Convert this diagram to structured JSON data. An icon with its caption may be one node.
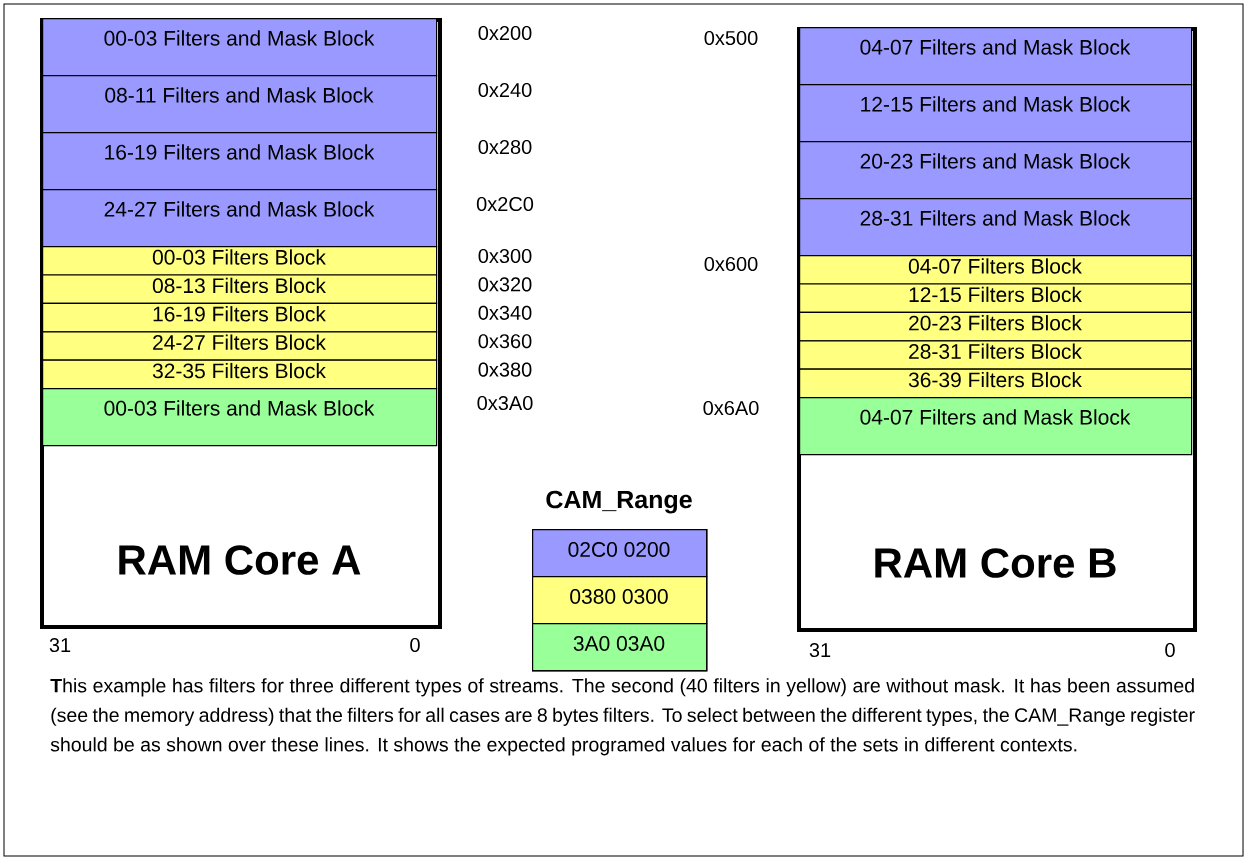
{
  "diagram": {
    "nodes": [
      {
        "text": [
          "RAM Core A"
        ]
      },
      {
        "text": [
          "00-03 Filters and Mask Block"
        ],
        "in": 0,
        "beside": [
          "0x200"
        ]
      },
      {
        "text": [
          "08-11 Filters and Mask Block"
        ],
        "in": 0,
        "beside": [
          "0x240"
        ]
      },
      {
        "text": [
          "16-19 Filters and Mask Block"
        ],
        "in": 0,
        "beside": [
          "0x280"
        ]
      },
      {
        "text": [
          "24-27 Filters and Mask Block"
        ],
        "in": 0,
        "beside": [
          "0x2C0"
        ]
      },
      {
        "text": [
          "00-03 Filters Block"
        ],
        "in": 0,
        "beside": [
          "0x300"
        ]
      },
      {
        "text": [
          "08-13 Filters Block"
        ],
        "in": 0,
        "beside": [
          "0x320"
        ]
      },
      {
        "text": [
          "16-19 Filters Block"
        ],
        "in": 0,
        "beside": [
          "0x340"
        ]
      },
      {
        "text": [
          "24-27 Filters Block"
        ],
        "in": 0,
        "beside": [
          "0x360"
        ]
      },
      {
        "text": [
          "32-35 Filters Block"
        ],
        "in": 0,
        "beside": [
          "0x380"
        ]
      },
      {
        "text": [
          "00-03 Filters and Mask Block"
        ],
        "in": 0,
        "beside": [
          "0x3A0"
        ]
      },
      {
        "text": [
          "RAM Core B"
        ]
      },
      {
        "text": [
          "04-07 Filters and Mask Block"
        ],
        "in": 11,
        "beside": [
          "0x500"
        ]
      },
      {
        "text": [
          "12-15 Filters and Mask Block"
        ],
        "in": 11
      },
      {
        "text": [
          "20-23 Filters and Mask Block"
        ],
        "in": 11
      },
      {
        "text": [
          "28-31 Filters and Mask Block"
        ],
        "in": 11
      },
      {
        "text": [
          "04-07 Filters Block"
        ],
        "in": 11,
        "beside": [
          "0x600"
        ]
      },
      {
        "text": [
          "12-15 Filters Block"
        ],
        "in": 11
      },
      {
        "text": [
          "20-23 Filters Block"
        ],
        "in": 11
      },
      {
        "text": [
          "28-31 Filters Block"
        ],
        "in": 11
      },
      {
        "text": [
          "36-39 Filters Block"
        ],
        "in": 11
      },
      {
        "text": [
          "04-07 Filters and Mask Block"
        ],
        "in": 11,
        "beside": [
          "0x6A0"
        ]
      },
      {
        "text": [
          "CAM_Range"
        ]
      },
      {
        "text": [
          "02C0 0200"
        ],
        "in": 22
      },
      {
        "text": [
          "0380 0300"
        ],
        "in": 22
      },
      {
        "text": [
          "3A0 03A0"
        ],
        "in": 22
      }
    ],
    "labels": [
      "31",
      "0",
      "31",
      "0"
    ],
    "caption": "**T**his example has filters for three different types of streams. The second (40 filters in yellow) are without mask. It has been assumed (see the memory address) that the filters for all cases are 8 bytes filters. To select between the different types, the CAM_Range register should be as shown over these lines. It shows the expected programed values for each of the sets in different contexts."
  }
}
